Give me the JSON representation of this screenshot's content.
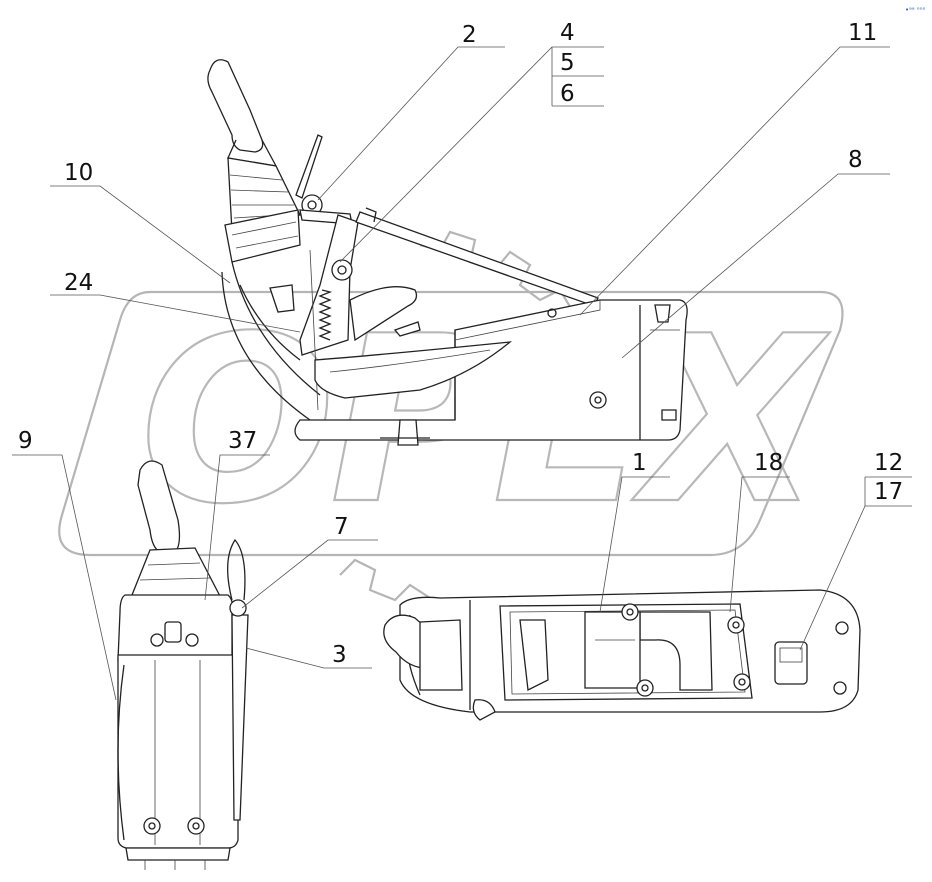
{
  "watermark": {
    "text": "OPEX"
  },
  "corner_mark": "•ᵃᵃ ᵒᵒᵒ",
  "callouts": {
    "c1": "1",
    "c2": "2",
    "c3": "3",
    "c4": "4",
    "c5": "5",
    "c6": "6",
    "c7": "7",
    "c8": "8",
    "c9": "9",
    "c10": "10",
    "c11": "11",
    "c12": "12",
    "c17": "17",
    "c18": "18",
    "c24": "24",
    "c37": "37"
  },
  "colors": {
    "line": "#222222",
    "watermark": "#b5b5b5",
    "background": "#ffffff"
  }
}
